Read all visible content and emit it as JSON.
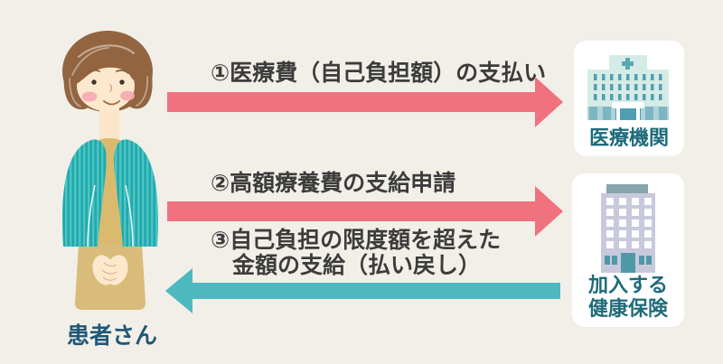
{
  "colors": {
    "background": "#f2efe8",
    "arrow_pink": "#f0727f",
    "arrow_teal": "#4cb9bf",
    "flow_text": "#3c3c3c",
    "entity_text": "#1e6b7a",
    "patient_text": "#1f5876"
  },
  "patient": {
    "label": "患者さん"
  },
  "flows": [
    {
      "label": "①医療費（自己負担額）の支払い",
      "direction": "right",
      "color": "#f0727f"
    },
    {
      "label": "②高額療養費の支給申請",
      "direction": "right",
      "color": "#f0727f"
    },
    {
      "label_line1": "③自己負担の限度額を超えた",
      "label_line2": "金額の支給（払い戻し）",
      "direction": "left",
      "color": "#4cb9bf"
    }
  ],
  "entities": [
    {
      "label": "医療機関",
      "icon": "hospital-icon"
    },
    {
      "label_line1": "加入する",
      "label_line2": "健康保険",
      "icon": "office-building-icon"
    }
  ]
}
